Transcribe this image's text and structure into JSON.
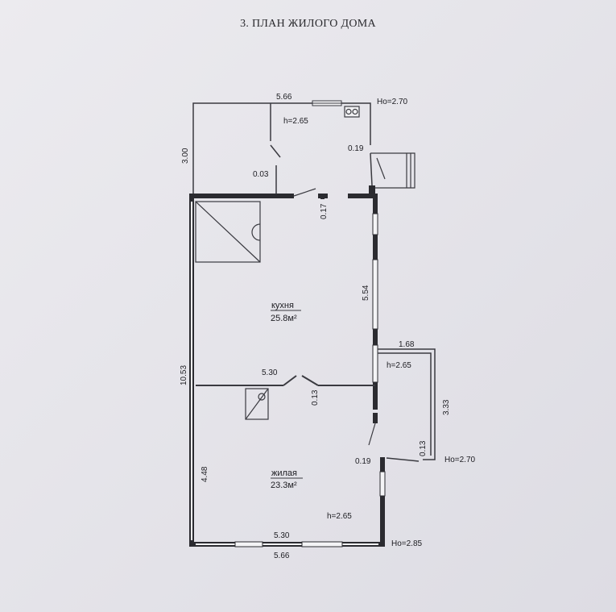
{
  "title": "3. ПЛАН ЖИЛОГО ДОМА",
  "rooms": {
    "kitchen": {
      "name": "кухня",
      "area": "25.8м²"
    },
    "living": {
      "name": "жилая",
      "area": "23.3м²"
    }
  },
  "dims": {
    "top_veranda_width": "5.66",
    "veranda_height_mark": "Ho=2.70",
    "veranda_ceiling": "h=2.65",
    "veranda_depth": "3.00",
    "veranda_wall_019": "0.19",
    "veranda_wall_003": "0.03",
    "door_gap_017": "0.17",
    "kitchen_length": "5.54",
    "total_length": "10.53",
    "partition_width": "5.30",
    "partition_thickness": "0.13",
    "annex_width": "1.68",
    "annex_ceiling": "h=2.65",
    "annex_depth": "3.33",
    "annex_wall": "0.13",
    "annex_height_mark": "Ho=2.70",
    "living_wall": "0.19",
    "living_length": "4.48",
    "living_ceiling": "h=2.65",
    "inner_width": "5.30",
    "outer_width": "5.66",
    "house_height_mark": "Ho=2.85"
  },
  "colors": {
    "wall": "#2b2b30",
    "line": "#3a3a40",
    "paper": "#e6e5ea"
  }
}
